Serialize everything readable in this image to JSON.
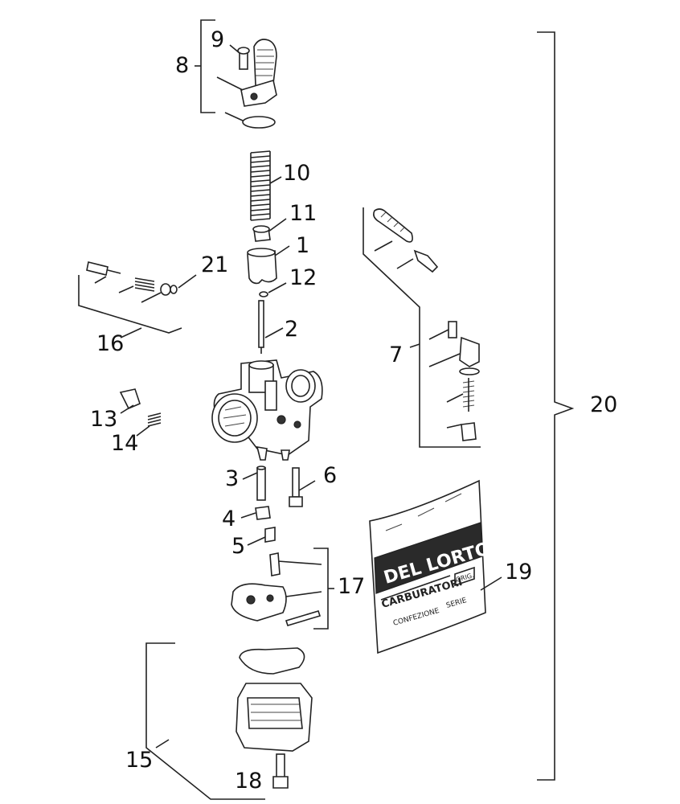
{
  "callouts": {
    "c1": "1",
    "c2": "2",
    "c3": "3",
    "c4": "4",
    "c5": "5",
    "c6": "6",
    "c7": "7",
    "c8": "8",
    "c9": "9",
    "c10": "10",
    "c11": "11",
    "c12": "12",
    "c13": "13",
    "c14": "14",
    "c15": "15",
    "c16": "16",
    "c17": "17",
    "c18": "18",
    "c19": "19",
    "c20": "20",
    "c21": "21"
  },
  "package": {
    "brand": "DEL LORTO",
    "line1": "CARBURATORI",
    "line2": "CONFEZIONE",
    "line3": "SERIE",
    "badge": "ORIG."
  }
}
